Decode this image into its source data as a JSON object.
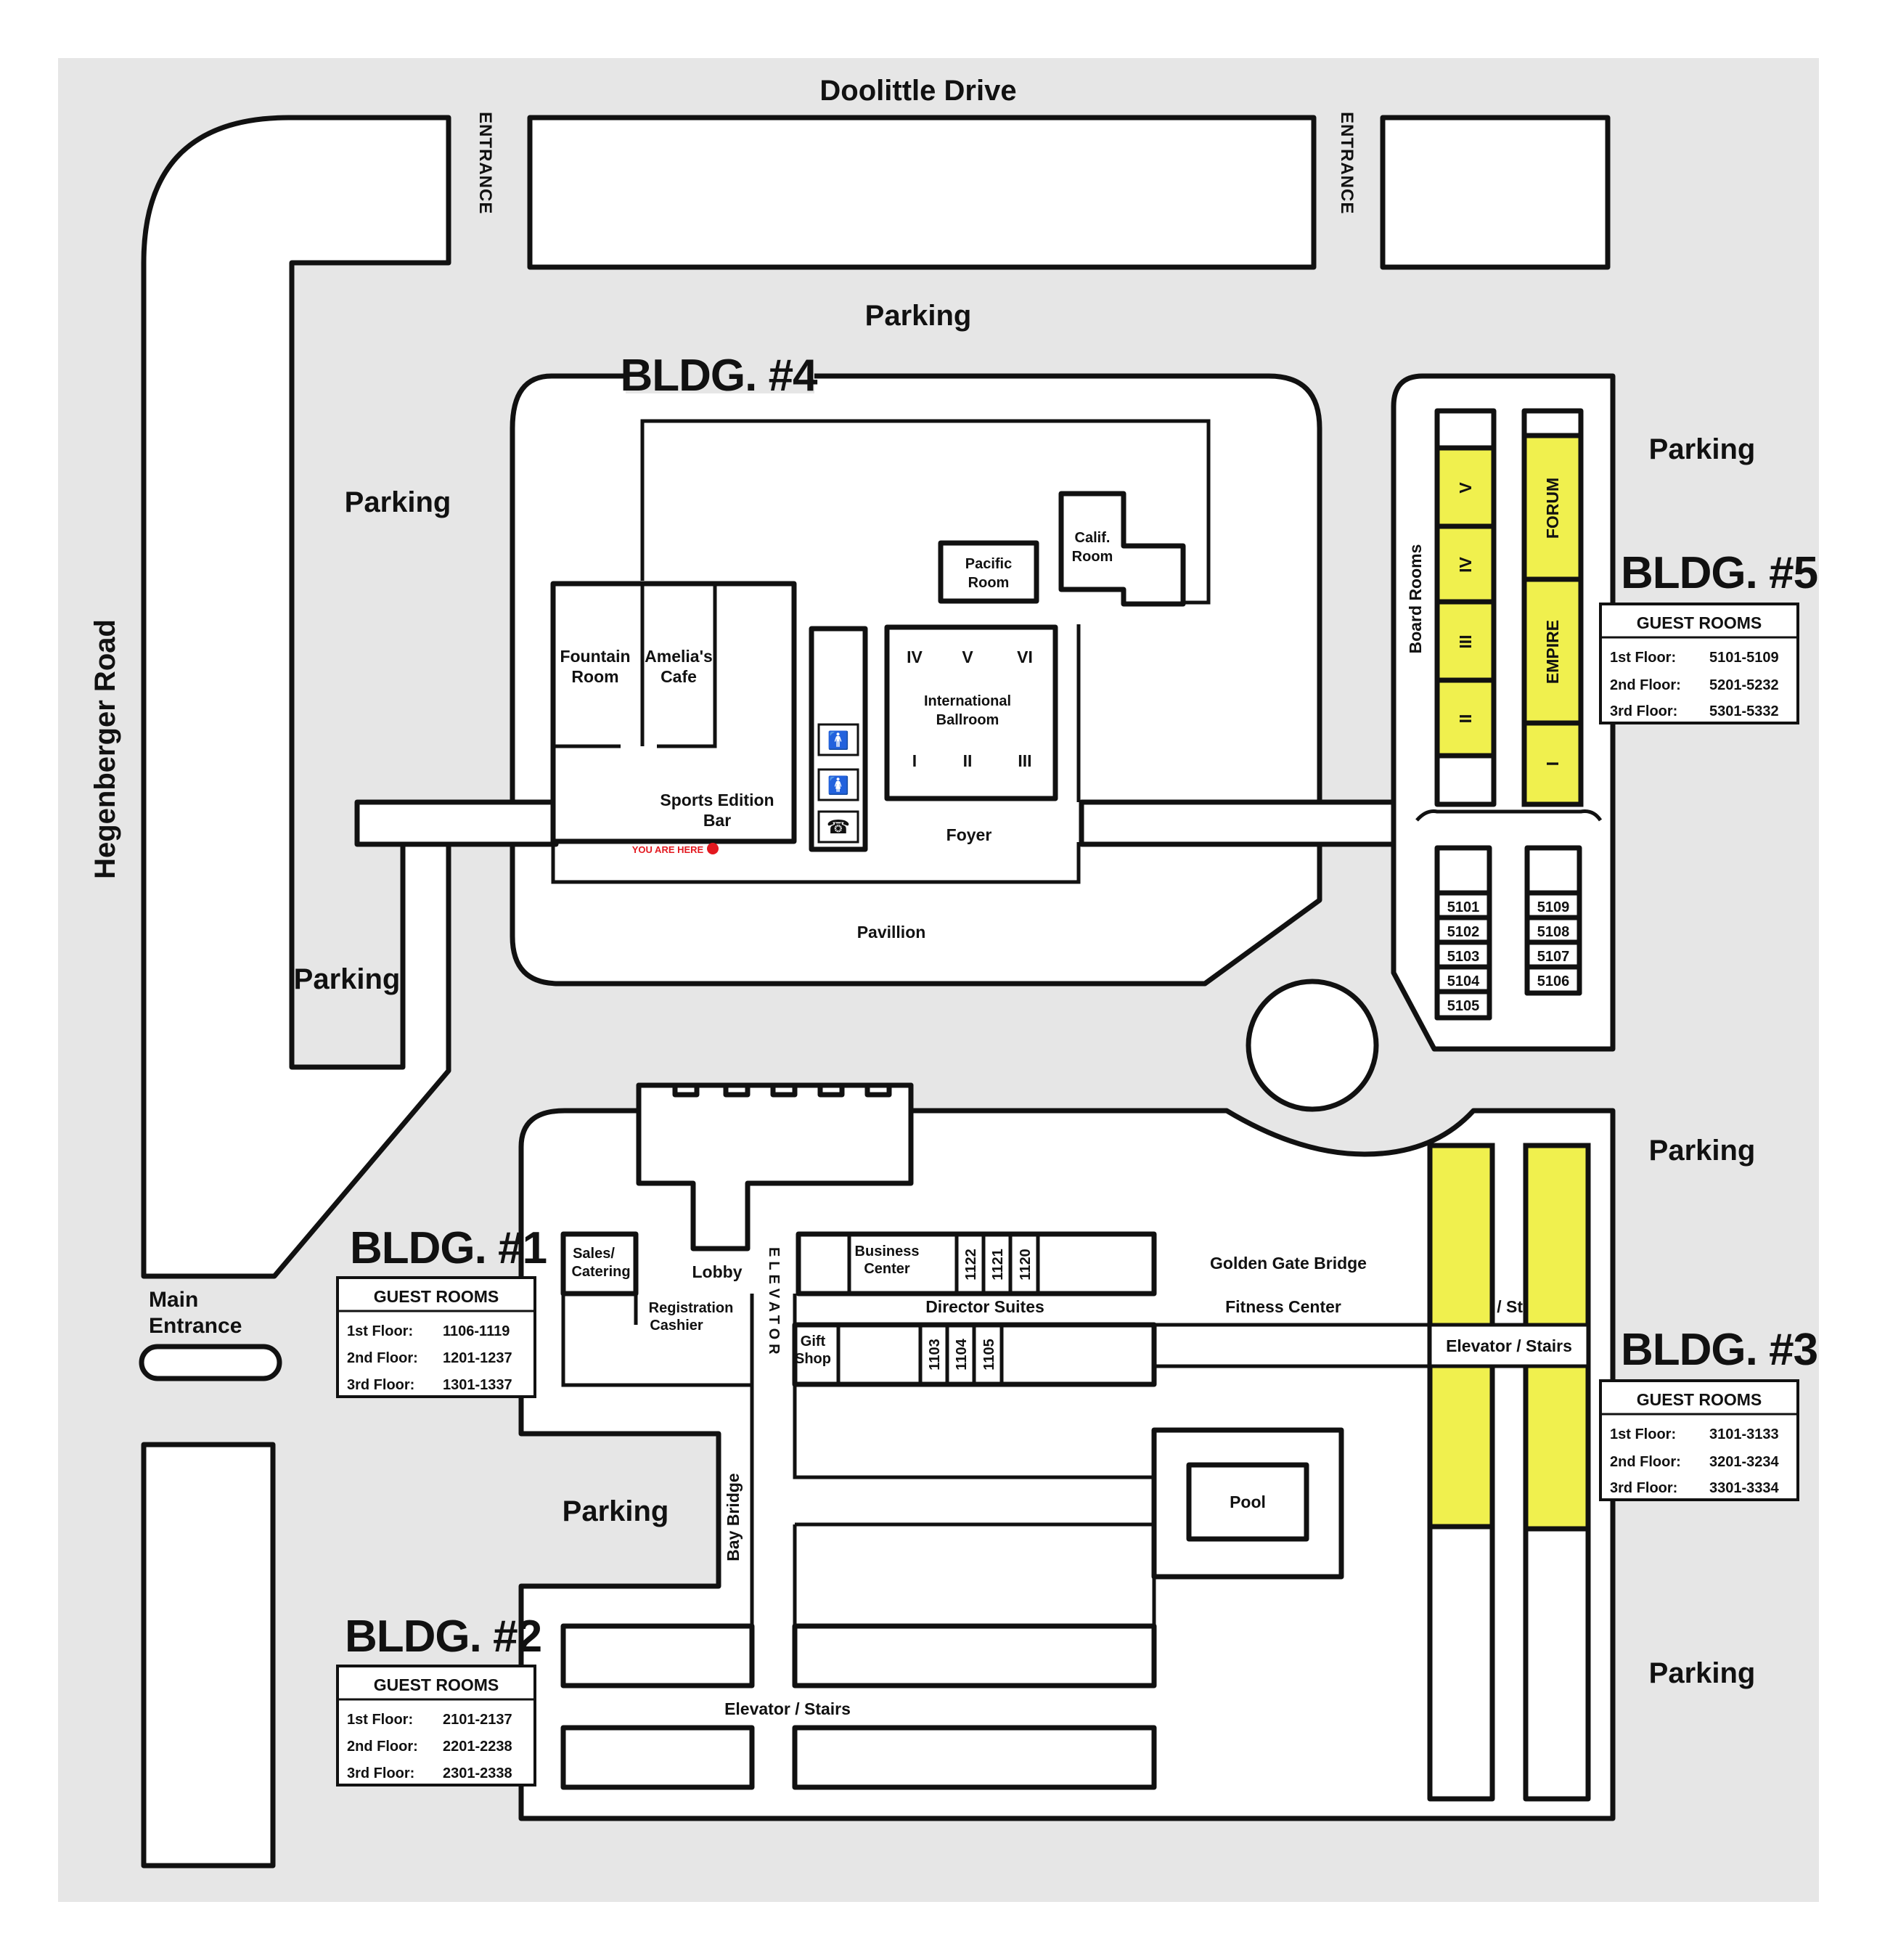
{
  "streets": {
    "top": "Doolittle Drive",
    "left": "Hegenberger Road",
    "entrance_left": "ENTRANCE",
    "entrance_right": "ENTRANCE",
    "main_entrance_1": "Main",
    "main_entrance_2": "Entrance"
  },
  "parking": {
    "top": "Parking",
    "left_upper": "Parking",
    "left_lower": "Parking",
    "right_1": "Parking",
    "right_2": "Parking",
    "right_3": "Parking",
    "center_lower": "Parking"
  },
  "bldg4": {
    "title": "BLDG. #4",
    "fountain_1": "Fountain",
    "fountain_2": "Room",
    "amelias_1": "Amelia's",
    "amelias_2": "Cafe",
    "sports_1": "Sports Edition",
    "sports_2": "Bar",
    "you_are_here": "YOU ARE HERE",
    "pacific_1": "Pacific",
    "pacific_2": "Room",
    "calif_1": "Calif.",
    "calif_2": "Room",
    "ballroom_1": "International",
    "ballroom_2": "Ballroom",
    "ballroom_sections": [
      "IV",
      "V",
      "VI",
      "I",
      "II",
      "III"
    ],
    "foyer": "Foyer",
    "pavillion": "Pavillion"
  },
  "bldg5": {
    "title": "BLDG. #5",
    "board_rooms": "Board Rooms",
    "board_room_numerals": [
      "V",
      "IV",
      "III",
      "II"
    ],
    "forum": "FORUM",
    "empire": "EMPIRE",
    "empire_section": "I",
    "rooms_left": [
      "5101",
      "5102",
      "5103",
      "5104",
      "5105"
    ],
    "rooms_right": [
      "5109",
      "5108",
      "5107",
      "5106"
    ],
    "guest_rooms": {
      "heading": "GUEST ROOMS",
      "rows": [
        {
          "floor": "1st Floor:",
          "range": "5101-5109"
        },
        {
          "floor": "2nd Floor:",
          "range": "5201-5232"
        },
        {
          "floor": "3rd Floor:",
          "range": "5301-5332"
        }
      ]
    }
  },
  "bldg1": {
    "title": "BLDG. #1",
    "sales_1": "Sales/",
    "sales_2": "Catering",
    "lobby": "Lobby",
    "registration_1": "Registration",
    "registration_2": "Cashier",
    "elevator_vertical": "ELEVATOR",
    "business_1": "Business",
    "business_2": "Center",
    "rooms_upper": [
      "1122",
      "1121",
      "1120"
    ],
    "gift_1": "Gift",
    "gift_2": "Shop",
    "rooms_lower": [
      "1103",
      "1104",
      "1105"
    ],
    "director_suites": "Director Suites",
    "golden_gate": "Golden Gate Bridge",
    "fitness": "Fitness Center",
    "bay_bridge": "Bay Bridge",
    "pool": "Pool",
    "guest_rooms": {
      "heading": "GUEST ROOMS",
      "rows": [
        {
          "floor": "1st Floor:",
          "range": "1106-1119"
        },
        {
          "floor": "2nd Floor:",
          "range": "1201-1237"
        },
        {
          "floor": "3rd Floor:",
          "range": "1301-1337"
        }
      ]
    }
  },
  "bldg2": {
    "title": "BLDG. #2",
    "elevator_stairs": "Elevator / Stairs",
    "guest_rooms": {
      "heading": "GUEST ROOMS",
      "rows": [
        {
          "floor": "1st Floor:",
          "range": "2101-2137"
        },
        {
          "floor": "2nd Floor:",
          "range": "2201-2238"
        },
        {
          "floor": "3rd Floor:",
          "range": "2301-2338"
        }
      ]
    }
  },
  "bldg3": {
    "title": "BLDG. #3",
    "elevator_stairs": "Elevator / Stairs",
    "guest_rooms": {
      "heading": "GUEST ROOMS",
      "rows": [
        {
          "floor": "1st Floor:",
          "range": "3101-3133"
        },
        {
          "floor": "2nd Floor:",
          "range": "3201-3234"
        },
        {
          "floor": "3rd Floor:",
          "range": "3301-3334"
        }
      ]
    }
  },
  "colors": {
    "background": "#e6e6e6",
    "highlight": "#f0f04e",
    "outline": "#111111",
    "you_are_here": "#e3181f"
  },
  "icons": [
    "mens-restroom-icon",
    "womens-restroom-icon",
    "telephone-icon"
  ]
}
